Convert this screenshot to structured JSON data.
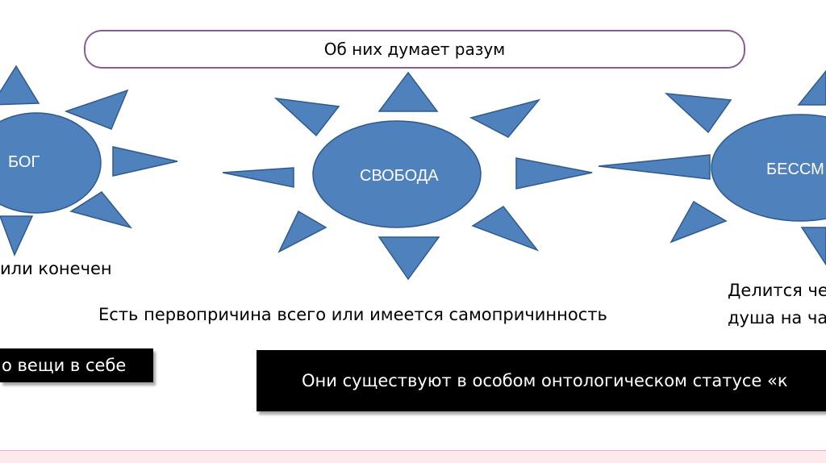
{
  "banner": {
    "text": "Об них думает разум"
  },
  "nodes": {
    "bog": "БОГ",
    "svoboda": "СВОБОДА",
    "bessmertie": "БЕССМ"
  },
  "texts": {
    "left_caption": "или конечен",
    "center_caption": "Есть первопричина всего или имеется самопричинность",
    "right_caption_line1": "Делится че",
    "right_caption_line2": "душа на ча"
  },
  "boxes": {
    "left": "о вещи в себе",
    "right": "Они существуют в особом онтологическом статусе «к"
  },
  "colors": {
    "shape_fill": "#4f81bd",
    "shape_stroke": "#2e5a8e",
    "banner_border": "#8a5a9a",
    "box_bg": "#000000",
    "strip": "#fde9ec"
  }
}
